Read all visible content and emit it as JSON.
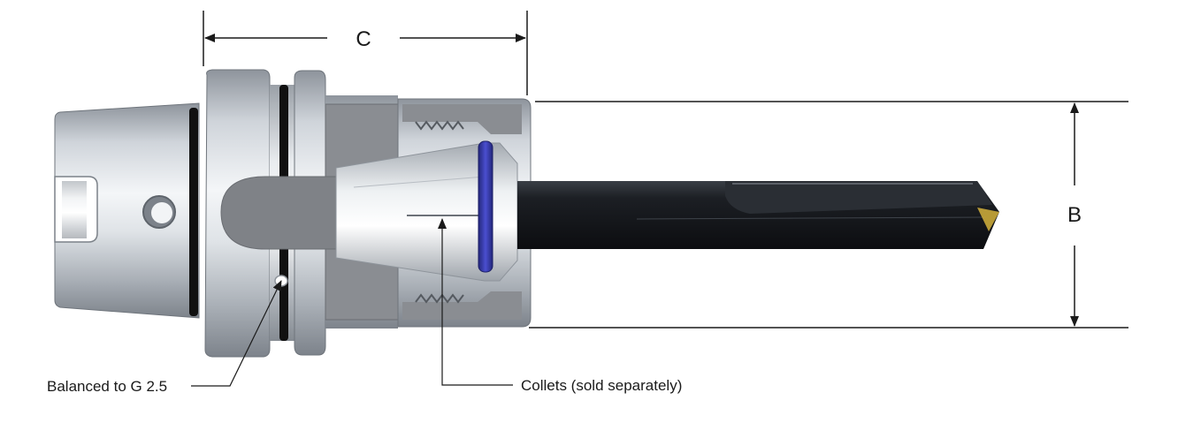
{
  "dimensions": {
    "c_label": "C",
    "b_label": "B"
  },
  "callouts": {
    "balanced": "Balanced to G 2.5",
    "collets": "Collets (sold separately)"
  },
  "colors": {
    "line": "#1a1a1a",
    "steel_dark": "#8e949c",
    "steel_light": "#f4f6f8",
    "section": "#8a8d92",
    "o_ring": "#111111",
    "collet_ring": "#3b3fb0",
    "tool": "#1c1f24"
  }
}
